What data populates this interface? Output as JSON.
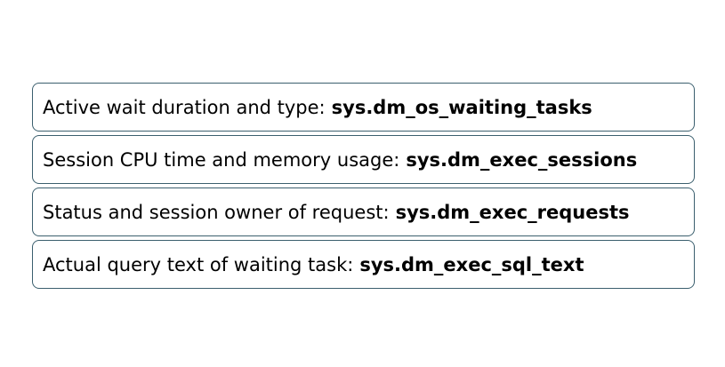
{
  "rows": [
    {
      "label": "Active wait duration and type:",
      "dmv": "sys.dm_os_waiting_tasks"
    },
    {
      "label": "Session CPU time and memory usage:",
      "dmv": "sys.dm_exec_sessions"
    },
    {
      "label": "Status and session owner of request:",
      "dmv": "sys.dm_exec_requests"
    },
    {
      "label": "Actual query text of waiting task:",
      "dmv": "sys.dm_exec_sql_text"
    }
  ],
  "colors": {
    "border": "#3b5f6e",
    "background": "#ffffff",
    "text": "#000000"
  }
}
